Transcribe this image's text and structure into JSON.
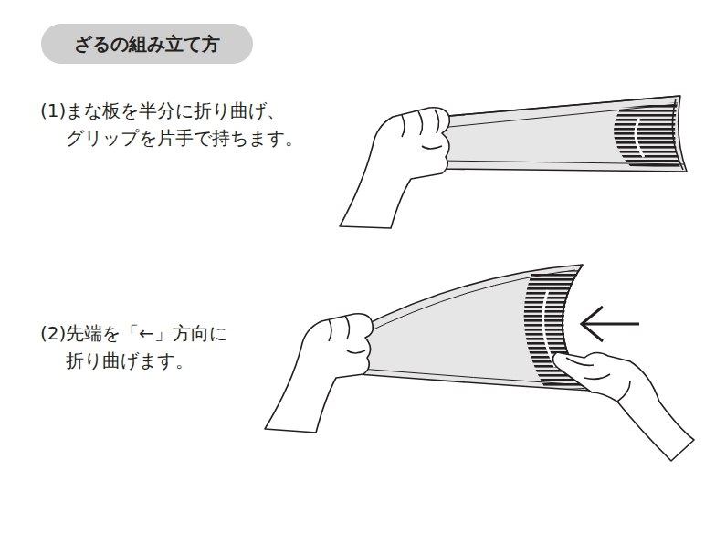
{
  "diagram": {
    "nodes": [
      {
        "text": [
          "ざるの組み立て方"
        ]
      }
    ],
    "labels": [
      "(1)",
      "まな板を半分に折り曲げ、 グリップを片手で持ちます。",
      "(2)",
      "先端を「←」方向に 折り曲げます。"
    ]
  }
}
